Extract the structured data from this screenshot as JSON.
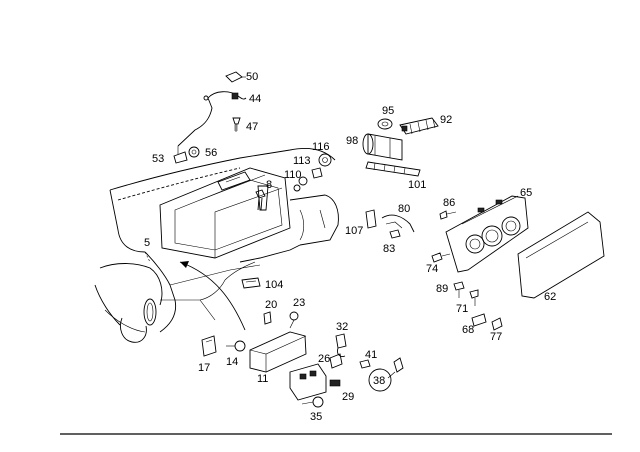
{
  "diagram": {
    "colors": {
      "line": "#000000",
      "background": "#ffffff"
    },
    "labels": {
      "l50": "50",
      "l44": "44",
      "l47": "47",
      "l56": "56",
      "l53": "53",
      "l95": "95",
      "l92": "92",
      "l98": "98",
      "l101": "101",
      "l116": "116",
      "l113": "113",
      "l110": "110",
      "l8": "8",
      "l5": "5",
      "l80": "80",
      "l107": "107",
      "l83": "83",
      "l86": "86",
      "l65": "65",
      "l74": "74",
      "l62": "62",
      "l104": "104",
      "l89": "89",
      "l71": "71",
      "l68": "68",
      "l77": "77",
      "l20": "20",
      "l23": "23",
      "l17": "17",
      "l14": "14",
      "l11": "11",
      "l32": "32",
      "l26": "26",
      "l41": "41",
      "l38": "38",
      "l29": "29",
      "l35": "35"
    }
  }
}
